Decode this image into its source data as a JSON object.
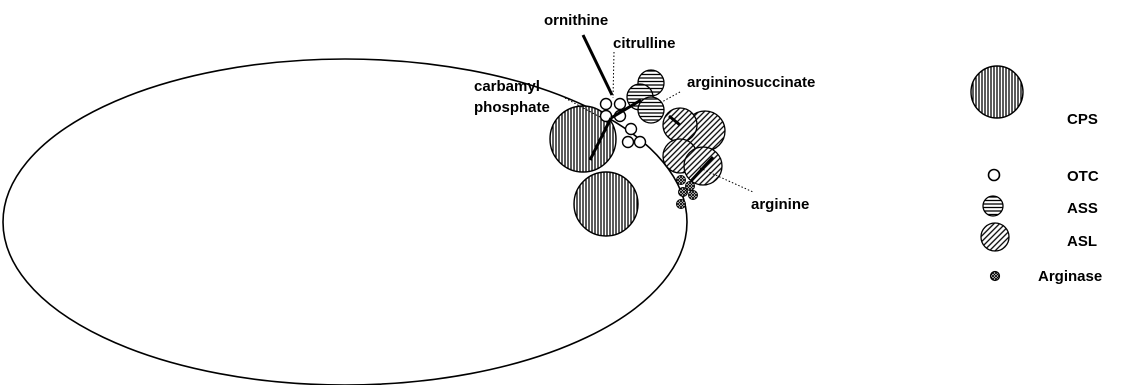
{
  "labels": {
    "ornithine": "ornithine",
    "citrulline": "citrulline",
    "carbamyl_line1": "carbamyl",
    "carbamyl_line2": "phosphate",
    "argininosuccinate": "argininosuccinate",
    "arginine": "arginine"
  },
  "legend": [
    {
      "key": "cps",
      "label": "CPS",
      "pattern": "vertical-hatch"
    },
    {
      "key": "otc",
      "label": "OTC",
      "pattern": "open-circle"
    },
    {
      "key": "ass",
      "label": "ASS",
      "pattern": "horizontal-hatch"
    },
    {
      "key": "asl",
      "label": "ASL",
      "pattern": "diagonal-hatch"
    },
    {
      "key": "arginase",
      "label": "Arginase",
      "pattern": "crosshatch"
    }
  ],
  "colors": {
    "ink": "#000000",
    "background": "#ffffff"
  }
}
